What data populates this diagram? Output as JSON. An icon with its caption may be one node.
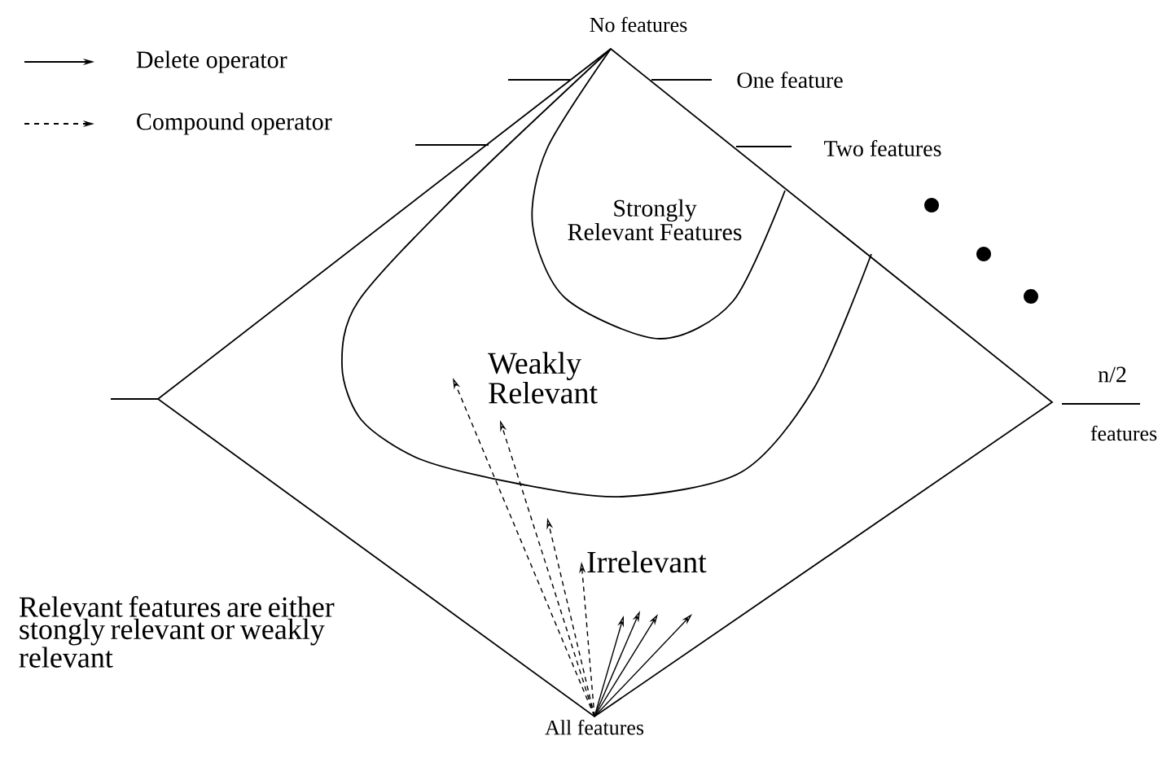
{
  "diagram": {
    "nodes": [
      {
        "text": [
          "Irrelevant"
        ]
      },
      {
        "text": [
          "Weakly Relevant"
        ],
        "in": 0
      },
      {
        "text": [
          "Strongly Relevant Features"
        ],
        "in": 1
      },
      {
        "text": [
          "All features"
        ]
      }
    ],
    "edges": [
      {
        "from": 3,
        "to": null,
        "arrow": "to",
        "style": "dashed"
      },
      {
        "from": 3,
        "to": null,
        "arrow": "to",
        "style": "dashed"
      },
      {
        "from": 3,
        "to": null,
        "arrow": "to",
        "style": "dashed"
      },
      {
        "from": 3,
        "to": null,
        "arrow": "to",
        "style": "dashed"
      },
      {
        "from": 3,
        "to": null,
        "arrow": "to"
      },
      {
        "from": 3,
        "to": null,
        "arrow": "to"
      },
      {
        "from": 3,
        "to": null,
        "arrow": "to"
      },
      {
        "from": 3,
        "to": null,
        "arrow": "to"
      }
    ],
    "labels": [
      "No features",
      "One feature",
      "Two features",
      "n/2",
      "features",
      "Relevant features are either stongly relevant or weakly relevant"
    ],
    "legend": [
      {
        "text": "Delete operator"
      },
      {
        "text": "Compound operator"
      }
    ]
  }
}
